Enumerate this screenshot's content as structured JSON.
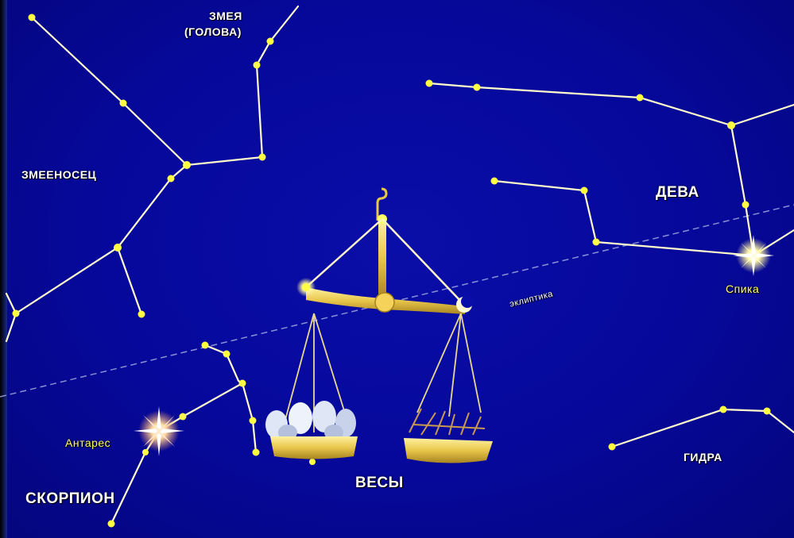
{
  "labels": {
    "serpens_line1": "ЗМЕЯ",
    "serpens_line2": "(ГОЛОВА)",
    "ophiuchus": "ЗМЕЕНОСЕЦ",
    "virgo": "ДЕВА",
    "spica": "Спика",
    "ecliptic": "эклиптика",
    "antares": "Антарес",
    "scorpius": "СКОРПИОН",
    "libra": "ВЕСЫ",
    "hydra": "ГИДРА"
  },
  "colors": {
    "background": "#06089a",
    "constellation_line": "#fffccc",
    "star": "#ffff44",
    "star_label": "#ffff66",
    "scales_gold": "#e8c64a"
  }
}
